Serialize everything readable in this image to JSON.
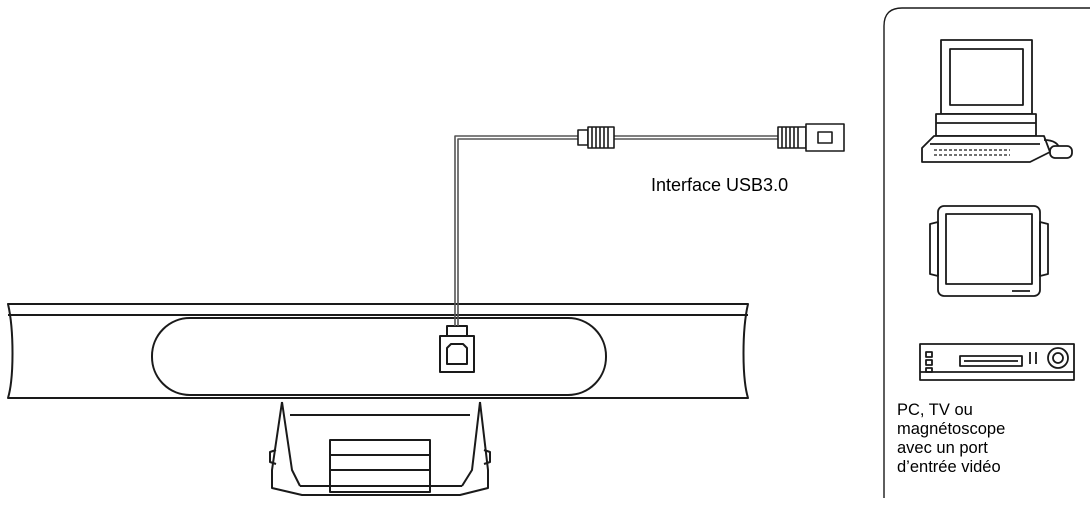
{
  "labels": {
    "usb_interface": "Interface USB3.0",
    "device_caption_lines": [
      "PC, TV ou",
      "magnétoscope",
      "avec un port",
      "d’entrée vidéo"
    ]
  },
  "icons": {
    "camera": "camera-bar-icon",
    "usb_b_port": "usb-b-port-icon",
    "usb_connector": "usb-a-plug-icon",
    "computer": "desktop-computer-icon",
    "tv": "tv-monitor-icon",
    "vcr": "vcr-icon"
  },
  "colors": {
    "line": "#1a1a1a",
    "cable": "#555555",
    "background": "#ffffff"
  }
}
